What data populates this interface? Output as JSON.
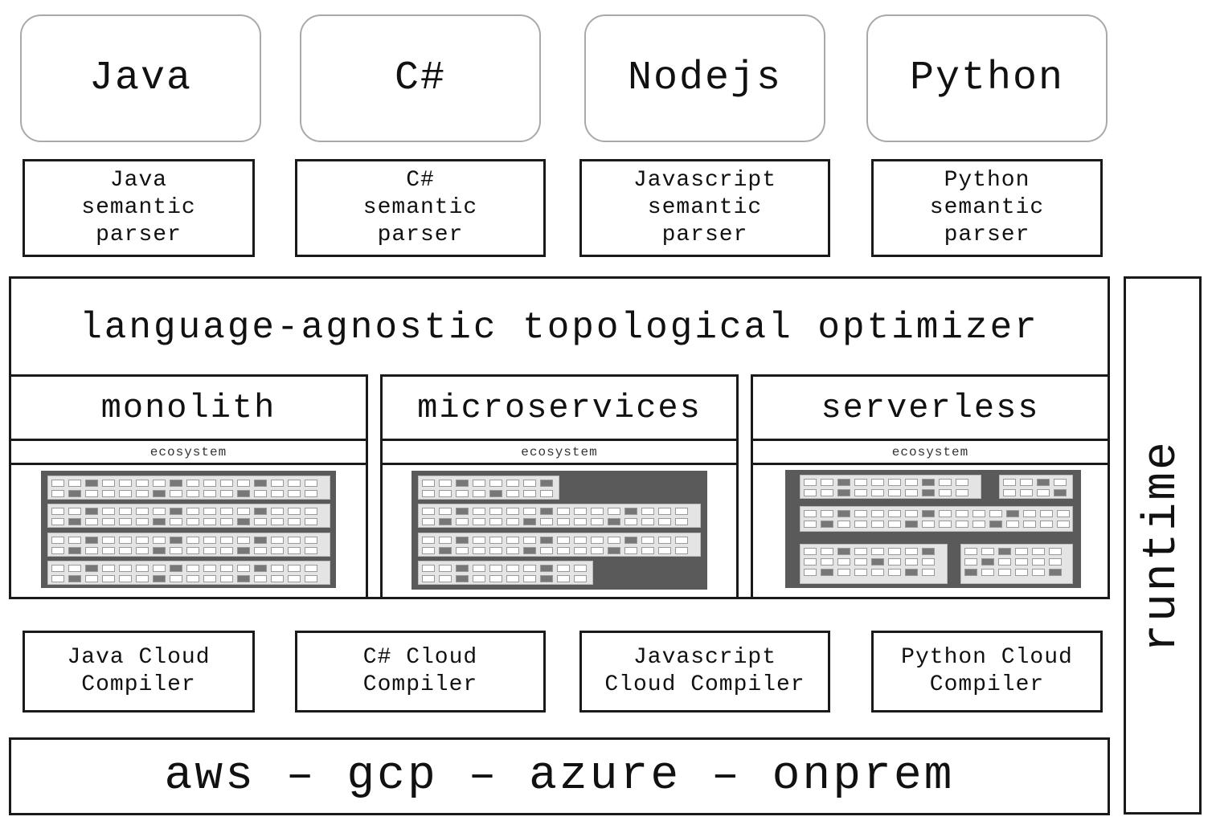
{
  "languages": [
    "Java",
    "C#",
    "Nodejs",
    "Python"
  ],
  "parsers": [
    "Java\nsemantic\nparser",
    "C#\nsemantic\nparser",
    "Javascript\nsemantic\nparser",
    "Python\nsemantic\nparser"
  ],
  "optimizer": {
    "title": "language-agnostic topological optimizer",
    "architectures": [
      {
        "name": "monolith",
        "ecosystem_label": "ecosystem"
      },
      {
        "name": "microservices",
        "ecosystem_label": "ecosystem"
      },
      {
        "name": "serverless",
        "ecosystem_label": "ecosystem"
      }
    ]
  },
  "compilers": [
    "Java Cloud\nCompiler",
    "C# Cloud\nCompiler",
    "Javascript\nCloud Compiler",
    "Python Cloud\nCompiler"
  ],
  "clouds": "aws – gcp – azure – onprem",
  "runtime": "runtime",
  "colors": {
    "border": "#1a1a1a",
    "rounded_border": "#a9a9a9",
    "thumbnail_bg": "#5a5a5a"
  }
}
